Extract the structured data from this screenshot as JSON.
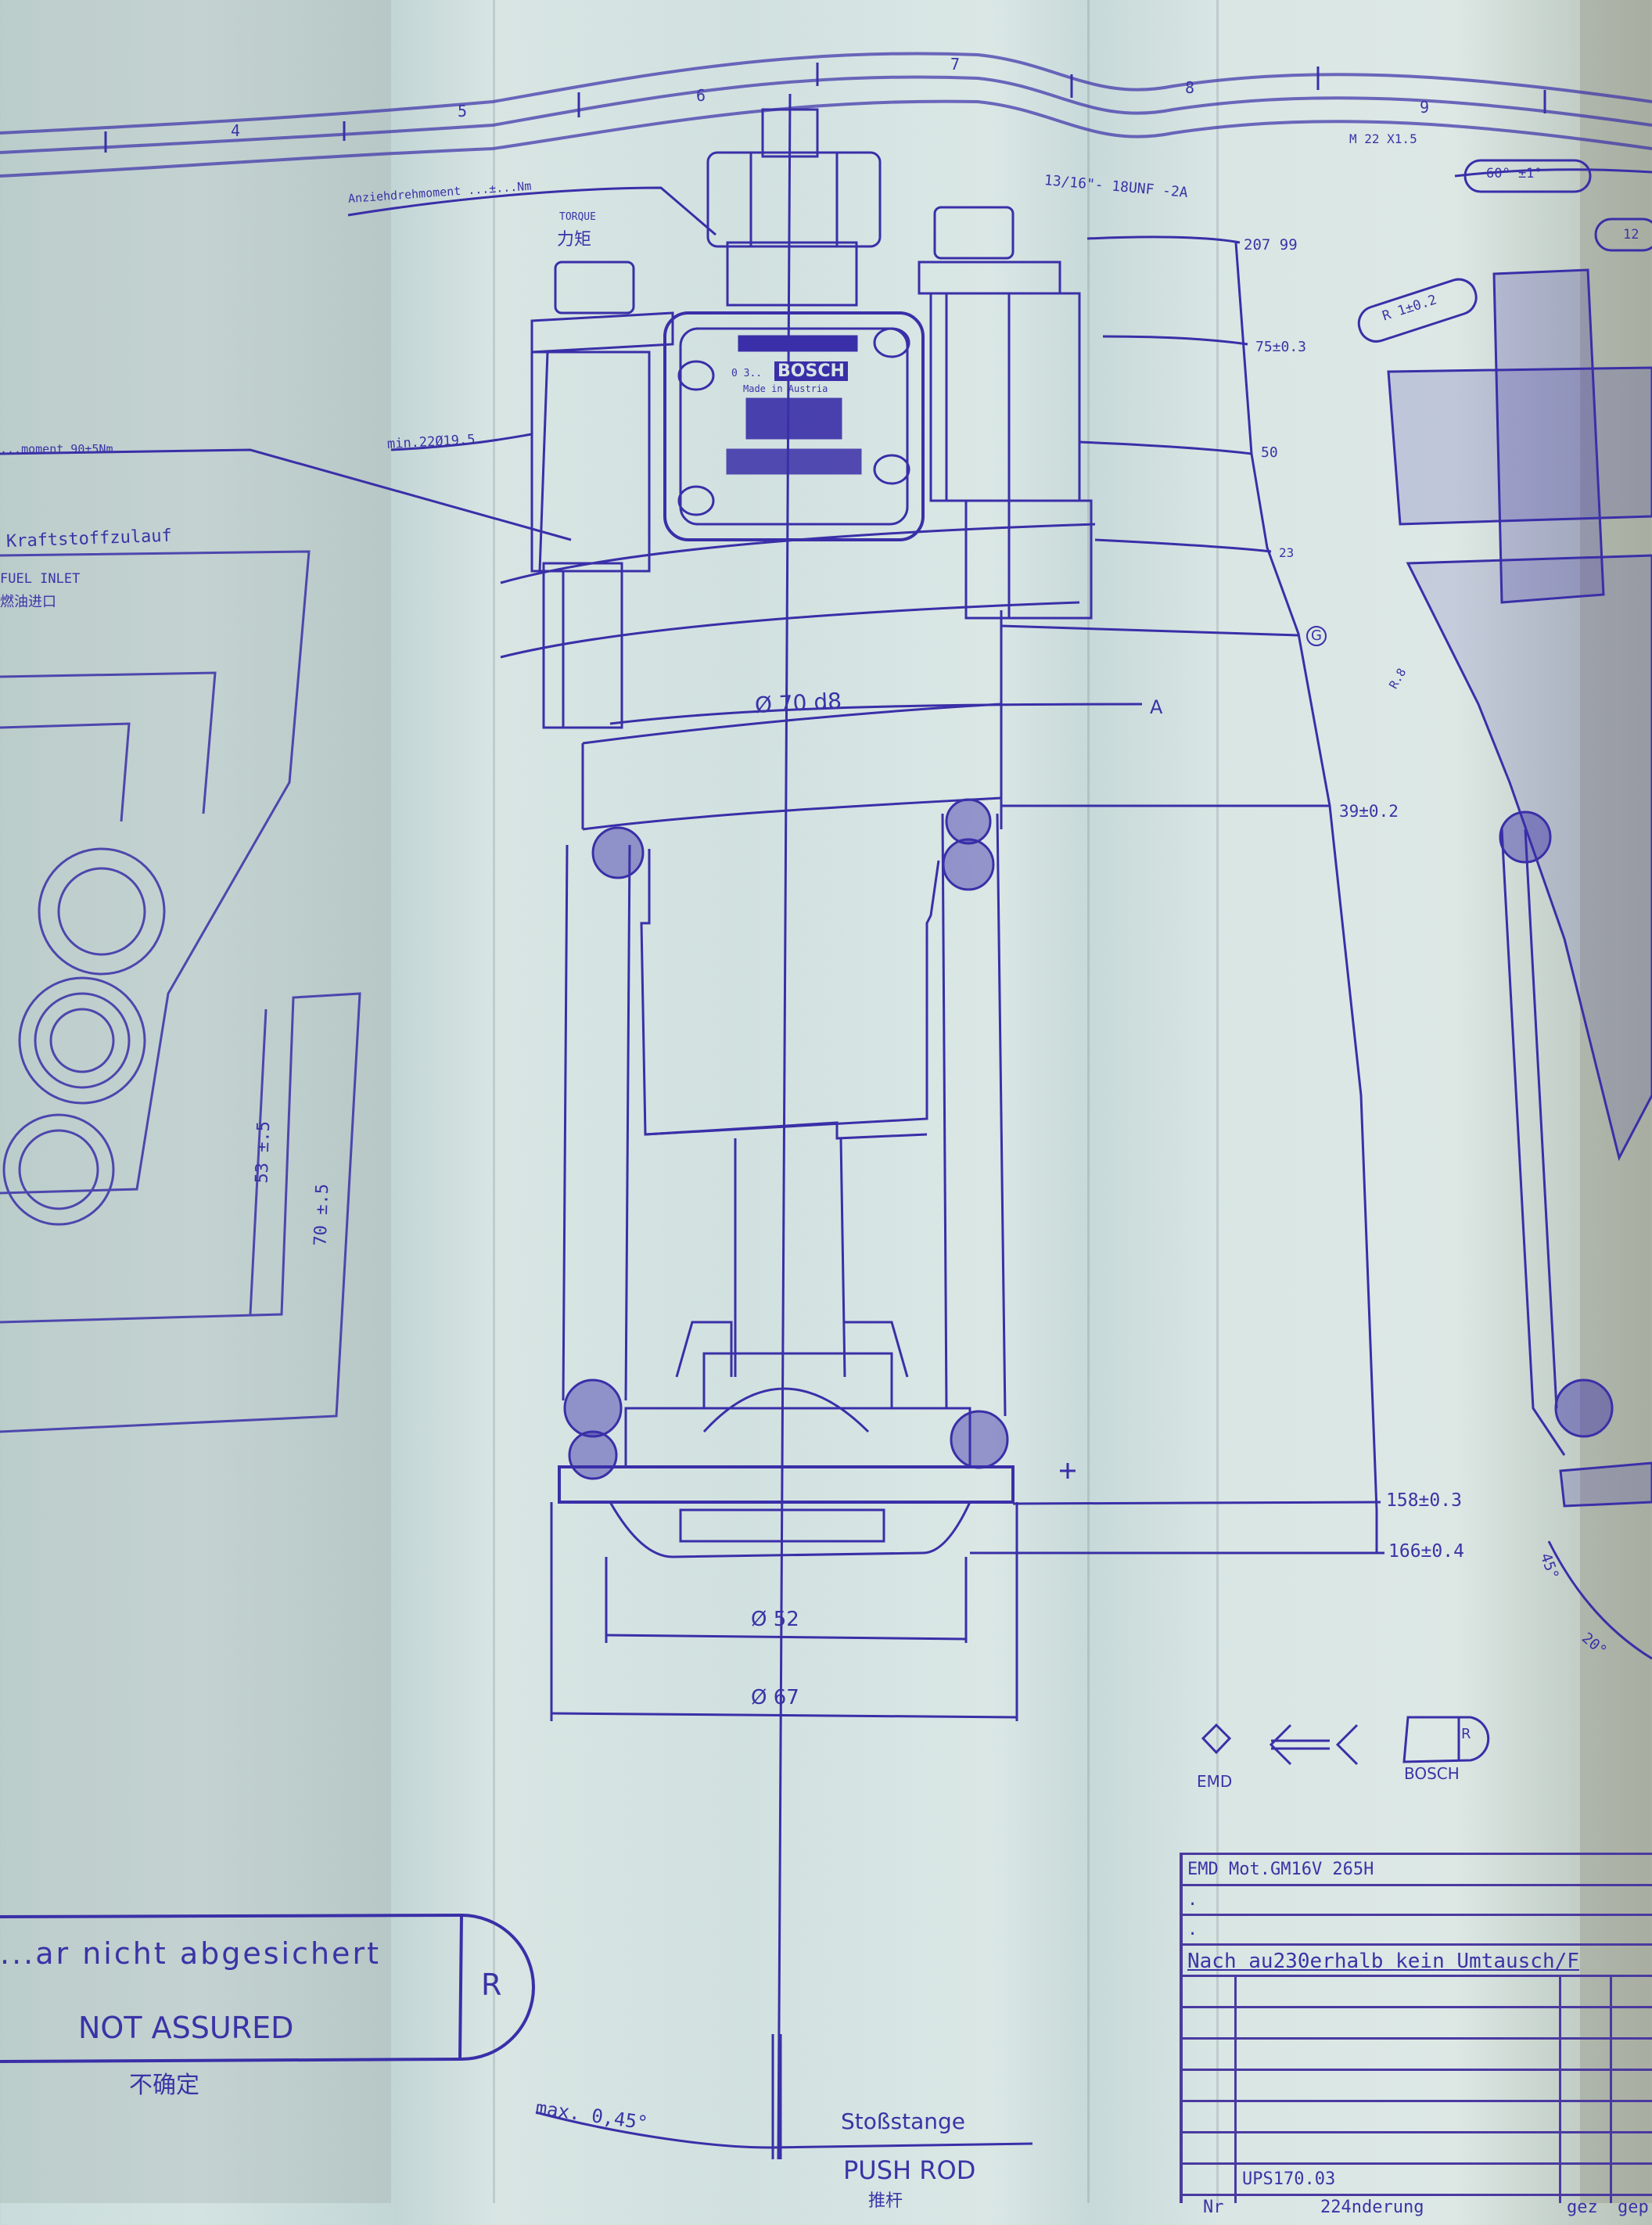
{
  "drawing": {
    "subject": "Bosch unit pump assembly drawing",
    "zone_numbers": [
      "4",
      "5",
      "6",
      "7",
      "8",
      "9"
    ],
    "torque_label": "Anziehdrehmoment ...±...Nm",
    "torque_en": "TORQUE",
    "torque_cn": "力矩",
    "thread_label": "13/16\"- 18UNF -2A",
    "fuel_inlet_moment": "...moment 90±5Nm",
    "fuel_inlet_de": "Kraftstoffzulauf",
    "fuel_inlet_en": "FUEL INLET",
    "fuel_inlet_cn": "燃油进口",
    "min_dim": "min.22Ø19.5",
    "nameplate": {
      "brand": "BOSCH",
      "code": "0 3..",
      "origin": "Made in Austria"
    },
    "diameter_body": "Ø 70 d8",
    "datum_a": "A",
    "dia_52": "Ø 52",
    "dia_67": "Ø 67",
    "height_dims": [
      {
        "label": "207 99"
      },
      {
        "label": "75±0.3"
      },
      {
        "label": "50"
      },
      {
        "label": "23"
      },
      {
        "label": "G"
      },
      {
        "label": "39±0.2"
      },
      {
        "label": "158±0.3"
      },
      {
        "label": "166±0.4"
      }
    ],
    "left_dims": [
      "53 ±.5",
      "70 ±.5"
    ],
    "right_view": {
      "thread": "M 22 X1.5",
      "angle_tol": "60° ±1°",
      "radius": "R 1±0.2",
      "r8": "R.8",
      "dim_12": "12",
      "angle_45": "45°",
      "angle_20": "20°"
    },
    "responsibility": {
      "emd_label": "EMD",
      "bosch_label": "BOSCH",
      "r_symbol": "R"
    },
    "not_assured": {
      "de": "...ar nicht abgesichert",
      "en": "NOT ASSURED",
      "cn": "不确定",
      "symbol": "R"
    },
    "push_rod": {
      "max_angle": "max. 0,45°",
      "de": "Stoßstange",
      "en": "PUSH ROD",
      "cn": "推杆"
    },
    "title_block": {
      "row1": "EMD  Mot.GM16V 265H",
      "row2": ".",
      "row3": ".",
      "note": "Nach au230erhalb kein Umtausch/F",
      "rev": "UPS170.03",
      "col_no": "Nr",
      "col_change": "224nderung",
      "col_gez": "gez",
      "col_gep": "gep"
    }
  }
}
